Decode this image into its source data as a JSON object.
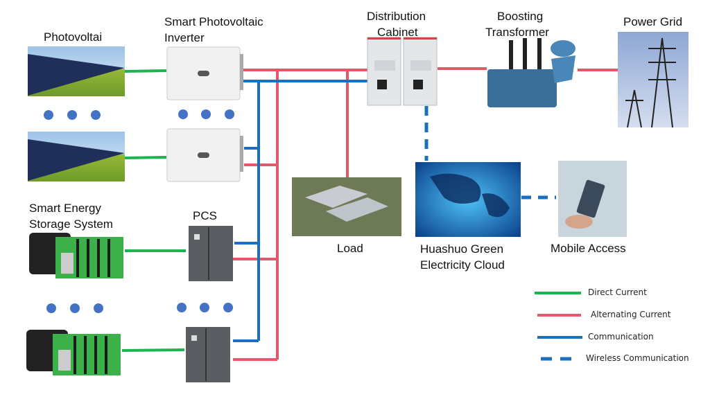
{
  "title": "Photovoltaic Energy Storage System Diagram",
  "nodes": {
    "pv": {
      "label": "Photovoltai"
    },
    "inverter": {
      "label_line1": "Smart Photovoltaic",
      "label_line2": "Inverter"
    },
    "cabinet": {
      "label_line1": "Distribution",
      "label_line2": "Cabinet"
    },
    "transformer": {
      "label_line1": "Boosting",
      "label_line2": "Transformer"
    },
    "grid": {
      "label": "Power Grid"
    },
    "storage": {
      "label_line1": "Smart Energy",
      "label_line2": "Storage System"
    },
    "pcs": {
      "label": "PCS"
    },
    "load": {
      "label": "Load"
    },
    "cloud": {
      "label_line1": "Huashuo Green",
      "label_line2": "Electricity Cloud"
    },
    "mobile": {
      "label": "Mobile Access"
    }
  },
  "legend": {
    "items": [
      {
        "label": "Direct Current",
        "color": "#1db350",
        "style": "solid"
      },
      {
        "label": "Alternating Current",
        "color": "#e05a6a",
        "style": "solid"
      },
      {
        "label": "Communication",
        "color": "#1a6fbf",
        "style": "solid"
      },
      {
        "label": "Wireless Communication",
        "color": "#1a6fbf",
        "style": "dashed"
      }
    ]
  },
  "colors": {
    "dc": "#1db350",
    "ac": "#e05a6a",
    "comm": "#1a6fbf",
    "dot": "#4472c4"
  }
}
